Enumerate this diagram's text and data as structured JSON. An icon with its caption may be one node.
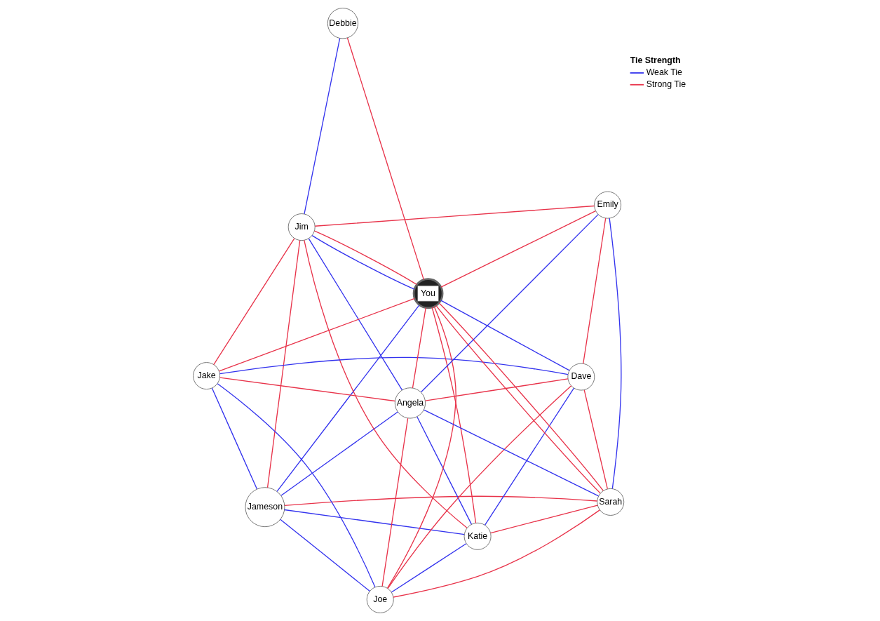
{
  "diagram": {
    "nodes": [
      {
        "text": [
          "Jameson"
        ]
      },
      {
        "text": [
          "Debbie"
        ]
      },
      {
        "text": [
          "Jim"
        ]
      },
      {
        "text": [
          "Jake"
        ]
      },
      {
        "text": [
          "Katie"
        ]
      },
      {
        "text": [
          "You"
        ]
      },
      {
        "text": [
          "Joe"
        ]
      },
      {
        "text": [
          "Angela"
        ]
      },
      {
        "text": [
          "Sarah"
        ]
      },
      {
        "text": [
          "Emily"
        ]
      },
      {
        "text": [
          "Dave"
        ]
      }
    ],
    "edges": [
      {
        "from": 0,
        "to": 2,
        "arrow": "none"
      },
      {
        "from": 0,
        "to": 5,
        "arrow": "none",
        "color": "#3333ee"
      },
      {
        "from": 0,
        "to": 3,
        "arrow": "none",
        "color": "#3333ee"
      },
      {
        "from": 0,
        "to": 4,
        "arrow": "none",
        "color": "#3333ee"
      },
      {
        "from": 0,
        "to": 6,
        "arrow": "none",
        "color": "#3333ee"
      },
      {
        "from": 0,
        "to": 7,
        "arrow": "none",
        "color": "#3333ee"
      },
      {
        "from": 0,
        "to": 8,
        "arrow": "none"
      },
      {
        "from": 1,
        "to": 2,
        "arrow": "none",
        "color": "#3333ee"
      },
      {
        "from": 1,
        "to": 5,
        "arrow": "none"
      },
      {
        "from": 2,
        "to": 3,
        "arrow": "none"
      },
      {
        "from": 2,
        "to": 4,
        "arrow": "none"
      },
      {
        "from": 2,
        "to": 5,
        "arrow": "none"
      },
      {
        "from": 2,
        "to": 5,
        "arrow": "none",
        "color": "#3333ee"
      },
      {
        "from": 2,
        "to": 7,
        "arrow": "none",
        "color": "#3333ee"
      },
      {
        "from": 2,
        "to": 9,
        "arrow": "none"
      },
      {
        "from": 3,
        "to": 5,
        "arrow": "none"
      },
      {
        "from": 4,
        "to": 5,
        "arrow": "none"
      },
      {
        "from": 3,
        "to": 6,
        "arrow": "none",
        "color": "#3333ee"
      },
      {
        "from": 3,
        "to": 10,
        "arrow": "none",
        "color": "#3333ee"
      },
      {
        "from": 3,
        "to": 7,
        "arrow": "none"
      },
      {
        "from": 4,
        "to": 6,
        "arrow": "none",
        "color": "#3333ee"
      },
      {
        "from": 4,
        "to": 7,
        "arrow": "none",
        "color": "#3333ee"
      },
      {
        "from": 4,
        "to": 10,
        "arrow": "none",
        "color": "#3333ee"
      },
      {
        "from": 4,
        "to": 8,
        "arrow": "none"
      },
      {
        "from": 5,
        "to": 6,
        "arrow": "none"
      },
      {
        "from": 5,
        "to": 7,
        "arrow": "none"
      },
      {
        "from": 5,
        "to": 10,
        "arrow": "none",
        "color": "#3333ee"
      },
      {
        "from": 5,
        "to": 8,
        "arrow": "none"
      },
      {
        "from": 5,
        "to": 8,
        "arrow": "none"
      },
      {
        "from": 5,
        "to": 9,
        "arrow": "none"
      },
      {
        "from": 6,
        "to": 7,
        "arrow": "none"
      },
      {
        "from": 6,
        "to": 8,
        "arrow": "none"
      },
      {
        "from": 6,
        "to": 10,
        "arrow": "none"
      },
      {
        "from": 7,
        "to": 8,
        "arrow": "none",
        "color": "#3333ee"
      },
      {
        "from": 7,
        "to": 9,
        "arrow": "none",
        "color": "#3333ee"
      },
      {
        "from": 8,
        "to": 9,
        "arrow": "none",
        "color": "#3333ee"
      },
      {
        "from": 7,
        "to": 10,
        "arrow": "none"
      },
      {
        "from": 8,
        "to": 10,
        "arrow": "none"
      },
      {
        "from": 10,
        "to": 9,
        "arrow": "none"
      }
    ],
    "labels": [
      "Tie Strength"
    ],
    "legend": [
      {
        "text": "Weak Tie"
      },
      {
        "text": "Strong Tie"
      }
    ]
  }
}
